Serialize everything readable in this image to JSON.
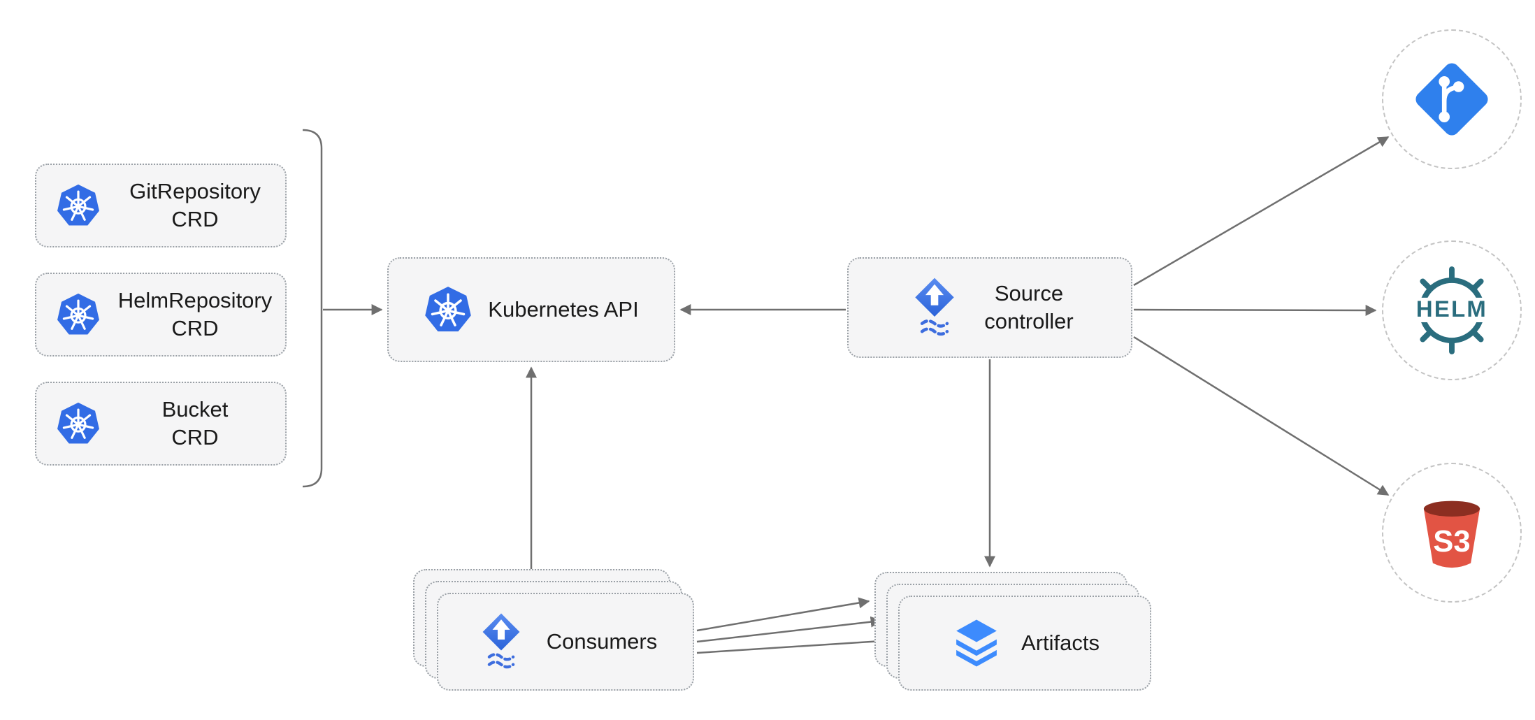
{
  "nodes": {
    "crds": [
      {
        "line1": "GitRepository",
        "line2": "CRD",
        "icon": "kubernetes-icon"
      },
      {
        "line1": "HelmRepository",
        "line2": "CRD",
        "icon": "kubernetes-icon"
      },
      {
        "line1": "Bucket",
        "line2": "CRD",
        "icon": "kubernetes-icon"
      }
    ],
    "kubernetes_api": {
      "label": "Kubernetes API",
      "icon": "kubernetes-icon"
    },
    "source_controller": {
      "line1": "Source",
      "line2": "controller",
      "icon": "flux-icon"
    },
    "consumers": {
      "label": "Consumers",
      "icon": "flux-icon",
      "stacked": true
    },
    "artifacts": {
      "label": "Artifacts",
      "icon": "artifacts-icon",
      "stacked": true
    },
    "externals": {
      "git": {
        "icon": "git-icon"
      },
      "helm": {
        "icon": "helm-icon",
        "text": "HELM"
      },
      "s3": {
        "icon": "s3-icon",
        "text": "S3"
      }
    }
  },
  "edges": [
    {
      "from": "crd-group",
      "to": "kubernetes-api"
    },
    {
      "from": "source-controller",
      "to": "kubernetes-api"
    },
    {
      "from": "source-controller",
      "to": "git-repository"
    },
    {
      "from": "source-controller",
      "to": "helm-repository"
    },
    {
      "from": "source-controller",
      "to": "s3-bucket"
    },
    {
      "from": "source-controller",
      "to": "artifacts"
    },
    {
      "from": "consumers",
      "to": "kubernetes-api"
    },
    {
      "from": "consumers",
      "to": "artifacts-back"
    },
    {
      "from": "consumers",
      "to": "artifacts-middle"
    },
    {
      "from": "consumers",
      "to": "artifacts-front"
    }
  ],
  "colors": {
    "kubernetes_blue": "#326CE5",
    "flux_blue": "#3D6DDE",
    "git_blue": "#2F80ED",
    "helm_teal": "#2A6D7E",
    "s3_red": "#E25444",
    "s3_rim": "#8C2E21",
    "artifacts_blue": "#3D8BFD",
    "box_fill": "#F5F5F6",
    "box_border": "#9AA0A6",
    "circle_border": "#C4C4C4",
    "arrow": "#6F6F6F",
    "text": "#1A1A1A"
  }
}
